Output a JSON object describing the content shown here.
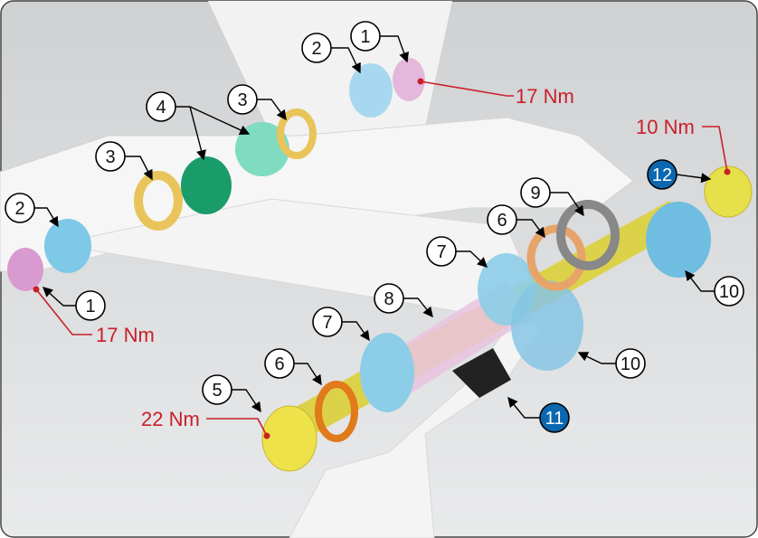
{
  "diagram": {
    "callouts": {
      "c1_top": "1",
      "c2_top": "2",
      "c3_mid": "3",
      "c4": "4",
      "c3_left": "3",
      "c2_left": "2",
      "c1_left": "1",
      "c9": "9",
      "c6_upper": "6",
      "c7_upper": "7",
      "c10_right": "10",
      "c8": "8",
      "c7_lower": "7",
      "c10_lower": "10",
      "c6_lower": "6",
      "c5": "5",
      "c11": "11",
      "c12": "12"
    },
    "torques": {
      "top_17": "17 Nm",
      "left_17": "17 Nm",
      "right_10": "10 Nm",
      "lower_22": "22 Nm"
    },
    "colors": {
      "torque_red": "#c8202a",
      "highlight_blue": "#0b67b0",
      "part_pink": "#d99ad0",
      "part_blue": "#7ec8e8",
      "part_yellow": "#e3d64a",
      "part_orange": "#e07a1a",
      "part_green": "#2aa37a",
      "part_gold": "#e8c45a"
    }
  }
}
